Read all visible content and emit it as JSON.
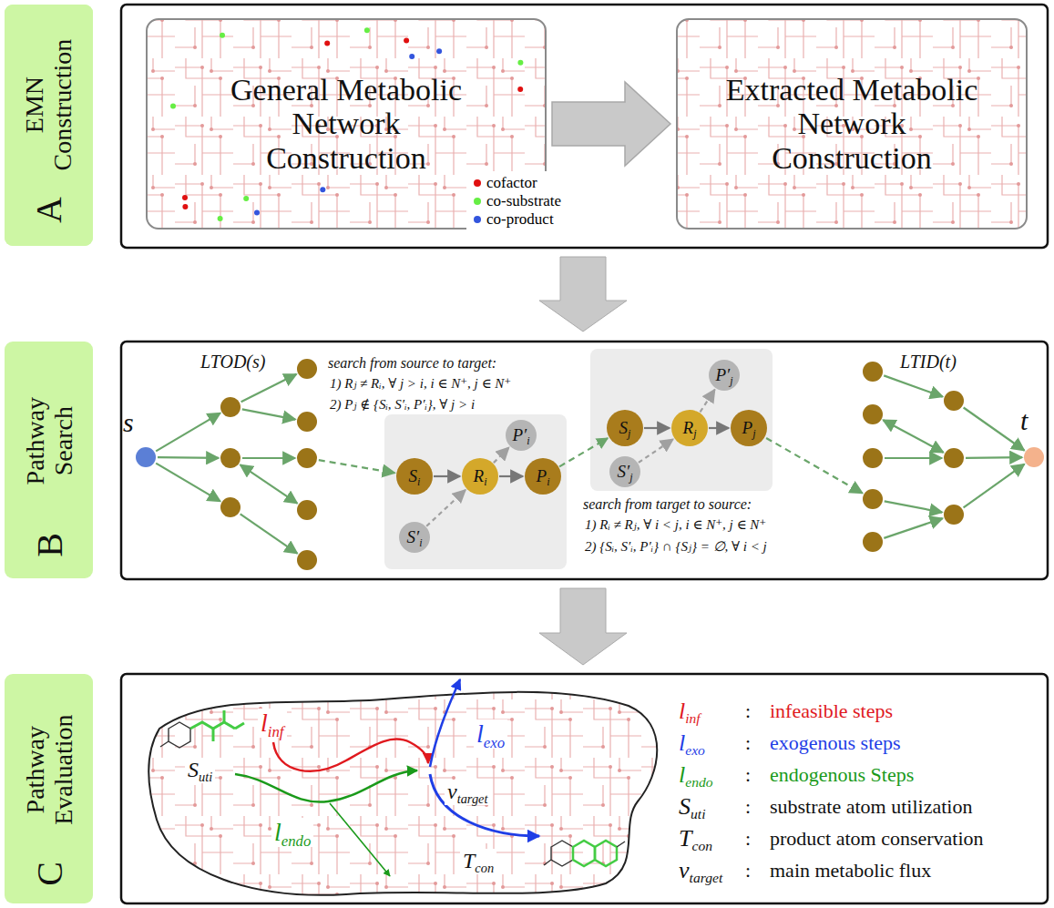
{
  "diagram": {
    "nodes": [
      {
        "text": [
          "EMN Construction",
          "A"
        ]
      },
      {
        "text": [
          "General Metabolic Network Construction"
        ]
      },
      {
        "text": [
          "Extracted Metabolic Network Construction"
        ]
      },
      {
        "text": [
          "Pathway Search",
          "B"
        ]
      },
      {
        "text": [
          "s"
        ]
      },
      {
        "text": [
          "S",
          "i"
        ]
      },
      {
        "text": [
          "R",
          "i"
        ]
      },
      {
        "text": [
          "P",
          "i"
        ]
      },
      {
        "text": [
          "P′",
          "i"
        ]
      },
      {
        "text": [
          "S′",
          "i"
        ]
      },
      {
        "text": [
          "S",
          "j"
        ]
      },
      {
        "text": [
          "R",
          "j"
        ]
      },
      {
        "text": [
          "P",
          "j"
        ]
      },
      {
        "text": [
          "P′",
          "j"
        ]
      },
      {
        "text": [
          "S′",
          "j"
        ]
      },
      {
        "text": [
          "t"
        ]
      },
      {
        "text": [
          "Pathway Evaluation",
          "C"
        ]
      }
    ],
    "edges": [
      {
        "from": 1,
        "to": 2,
        "arrow": "to"
      },
      {
        "from": 5,
        "to": 6,
        "arrow": "to"
      },
      {
        "from": 6,
        "to": 7,
        "arrow": "to"
      },
      {
        "from": 9,
        "to": 6,
        "arrow": "to"
      },
      {
        "from": 6,
        "to": 8,
        "arrow": "to"
      },
      {
        "from": 7,
        "to": 10,
        "arrow": "to"
      },
      {
        "from": 10,
        "to": 11,
        "arrow": "to"
      },
      {
        "from": 11,
        "to": 12,
        "arrow": "to"
      },
      {
        "from": 14,
        "to": 11,
        "arrow": "to"
      },
      {
        "from": 11,
        "to": 13,
        "arrow": "to"
      }
    ],
    "labels": [
      "LTOD(s)",
      "LTID(t)",
      "search from source to target:",
      "1) Rⱼ ≠ Rᵢ, ∀ j > i, i ∈ N⁺, j ∈ N⁺",
      "2) Pⱼ ∉ {Sᵢ, S′ᵢ, P′ᵢ}, ∀ j > i",
      "search from target to source:",
      "1) Rᵢ ≠ Rⱼ, ∀ i < j, i ∈ N⁺, j ∈ N⁺",
      "2) {Sᵢ, S′ᵢ, P′ᵢ} ∩ {Sⱼ} = ∅, ∀ i < j",
      "l",
      "inf",
      "S",
      "uti",
      "l",
      "endo",
      "v",
      "target",
      "l",
      "exo",
      "T",
      "con",
      "l",
      "inf",
      ":",
      "infeasible steps",
      "l",
      "exo",
      ":",
      "exogenous steps",
      "l",
      "endo",
      ":",
      "endogenous Steps",
      "S",
      "uti",
      ":",
      "substrate atom utilization",
      "T",
      "con",
      ":",
      "product atom conservation",
      "v",
      "target",
      ":",
      "main metabolic flux"
    ],
    "legend": [
      {
        "text": "cofactor",
        "color": "#e01010"
      },
      {
        "text": "co-substrate",
        "color": "#66ee44"
      },
      {
        "text": "co-product",
        "color": "#3355dd"
      }
    ]
  }
}
